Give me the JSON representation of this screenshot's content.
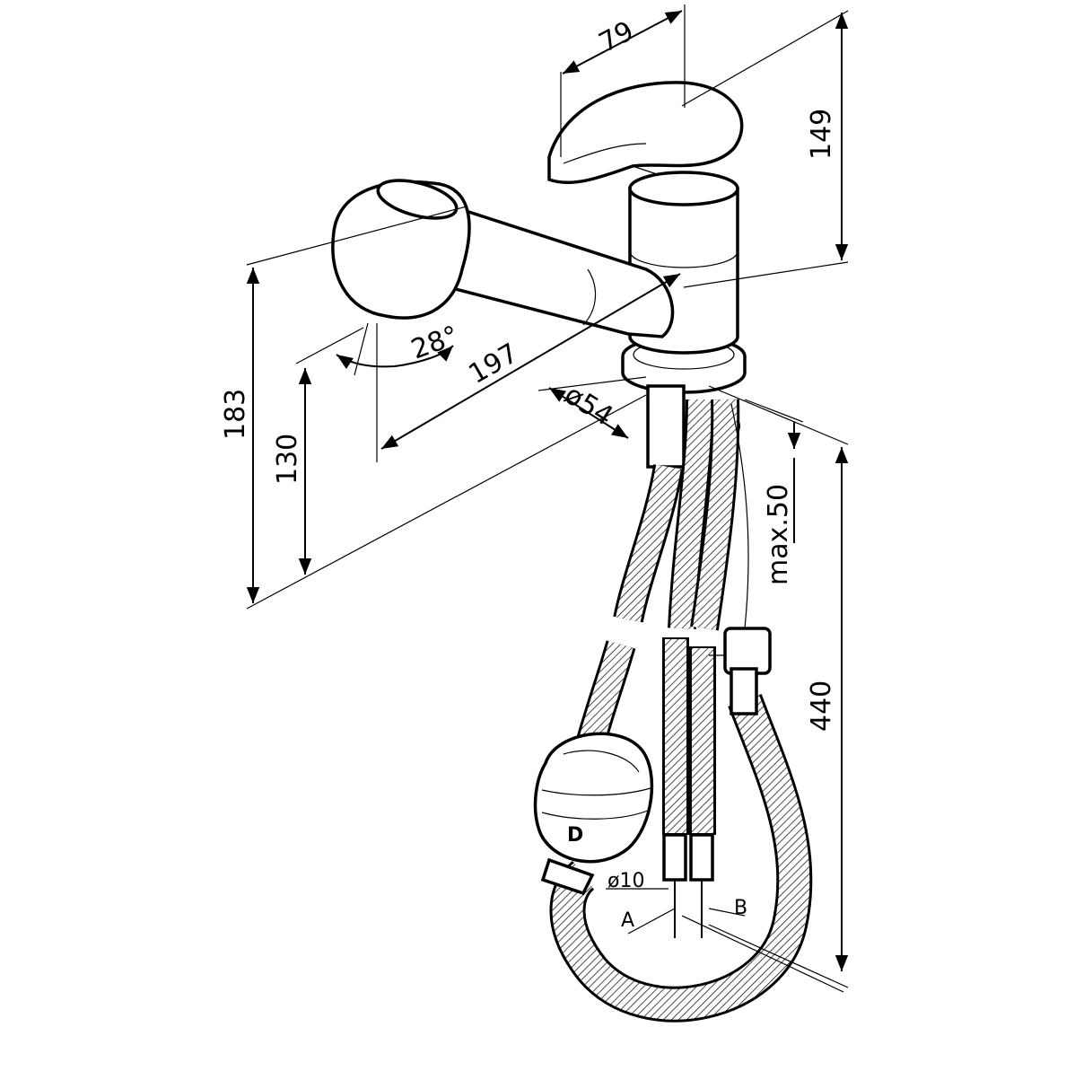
{
  "dimensions": {
    "handle_depth": "79",
    "body_height": "149",
    "shower_height": "183",
    "spout_height": "130",
    "spout_length": "197",
    "angle": "28°",
    "base_diameter": "ø54",
    "max_thickness": "max.50",
    "hose_length": "440",
    "connection_diameter": "ø10"
  },
  "labels": {
    "inlet_a": "A",
    "inlet_b": "B"
  },
  "colors": {
    "line": "#000000",
    "background": "#ffffff"
  }
}
